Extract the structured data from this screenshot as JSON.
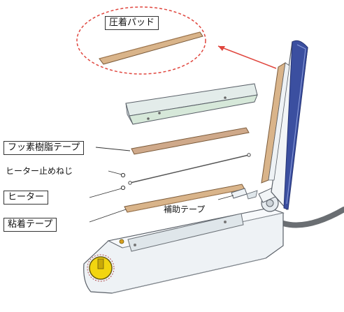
{
  "labels": {
    "pressure_pad": "圧着パッド",
    "ptfe_tape": "フッ素樹脂テープ",
    "heater_screw": "ヒーター止めねじ",
    "heater": "ヒーター",
    "adhesive_tape": "粘着テープ",
    "aux_tape": "補助テープ"
  },
  "colors": {
    "accent_blue": "#3b4fa0",
    "callout_red": "#e0463e",
    "dial_yellow": "#f2d50f",
    "pad_tan": "#d9b48a",
    "tape_tan": "#cfa98a",
    "body_white": "#eef2f5",
    "cable_gray": "#6a6e72"
  },
  "icons": [
    "temperature-dial-icon",
    "arrow-callout-icon"
  ]
}
